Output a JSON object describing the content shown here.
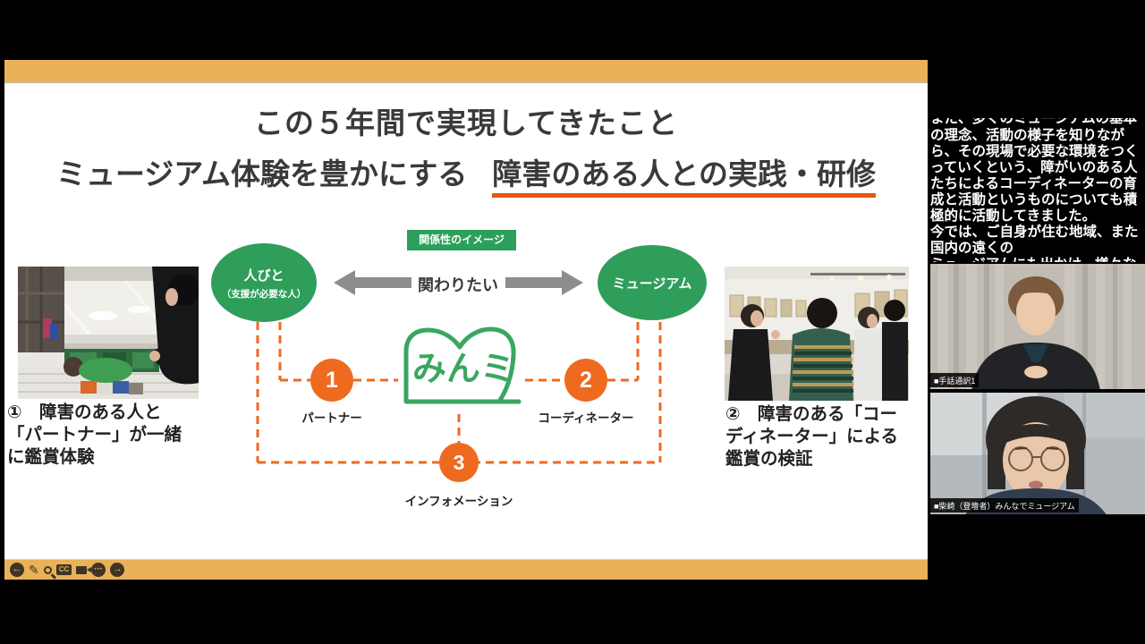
{
  "slide": {
    "title_line1": "この５年間で実現してきたこと",
    "title_line2_prefix": "ミュージアム体験を豊かにする",
    "title_line2_underlined": "障害のある人との実践・研修",
    "left_caption": {
      "line1": "①　障害のある人と",
      "line2": "「パートナー」が一緒",
      "line3": "に鑑賞体験"
    },
    "right_caption": {
      "line1": "②　障害のある「コー",
      "line2": "ディネーター」による",
      "line3": "鑑賞の検証"
    },
    "diagram": {
      "badge": "関係性のイメージ",
      "left_oval_line1": "人びと",
      "left_oval_line2": "（支援が必要な人）",
      "right_oval": "ミュージアム",
      "relation_label": "関わりたい",
      "logo_text": "みんミ",
      "node1_number": "1",
      "node1_label": "パートナー",
      "node2_number": "2",
      "node2_label": "コーディネーター",
      "node3_number": "3",
      "node3_label": "インフォメーション"
    },
    "colors": {
      "frame_orange": "#e9b158",
      "accent_orange": "#ee6a1f",
      "underline_orange": "#e8550f",
      "green": "#2f9e5b",
      "arrow_gray": "#8d8d8d"
    }
  },
  "toolbar": {
    "back_glyph": "←",
    "pencil_glyph": "✎",
    "cc_label": "CC",
    "dots_glyph": "•••",
    "forward_glyph": "→"
  },
  "caption_panel": {
    "partial_top_line": "また、多くのミュージアムの基本",
    "lines": [
      "の理念、活動の様子を知りなが",
      "ら、その現場で必要な環境をつく",
      "っていくという、障がいのある人",
      "たちによるコーディネーターの育",
      "成と活動というものについても積",
      "極的に活動してきました。",
      "今では、ご自身が住む地域、また",
      "国内の遠くの"
    ],
    "partial_bottom_line": "ミュージアムにも出かけ、様々な"
  },
  "videos": [
    {
      "label": "■手話通訳1"
    },
    {
      "label": "■柴崎（登壇者）みんなでミュージアム"
    }
  ]
}
